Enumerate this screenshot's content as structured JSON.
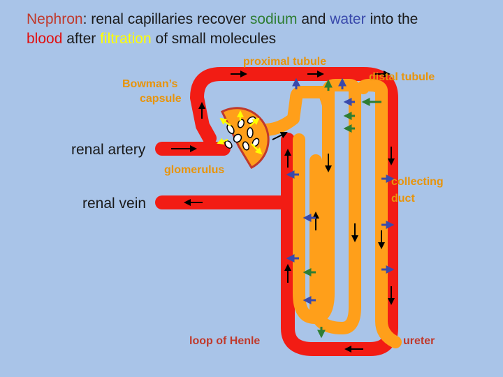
{
  "title": {
    "part1": "Nephron",
    "part2": ": renal capillaries recover ",
    "part3": "sodium",
    "part4": " and ",
    "part5": "water",
    "part6": " into the",
    "part7": "blood",
    "part8": " after ",
    "part9": "filtration",
    "part10": " of small molecules"
  },
  "labels": {
    "proximal_tubule": "proximal tubule",
    "bowmans_capsule_1": "Bowman’s",
    "bowmans_capsule_2": "capsule",
    "distal_tubule": "distal tubule",
    "renal_artery": "renal artery",
    "glomerulus": "glomerulus",
    "renal_vein": "renal vein",
    "collecting_duct_1": "collecting",
    "collecting_duct_2": "duct",
    "loop_of_henle": "loop of Henle",
    "ureter": "ureter"
  },
  "colors": {
    "background": "#a9c4e8",
    "nephron": "#c0392b",
    "sodium": "#2e7d32",
    "water": "#3949ab",
    "blood": "#e01010",
    "filtration": "#ffff00",
    "label_orange": "#e8940a",
    "label_blue": "#3a3aa8",
    "tubule": "#ff9f1a",
    "vessel": "#f21c14"
  }
}
